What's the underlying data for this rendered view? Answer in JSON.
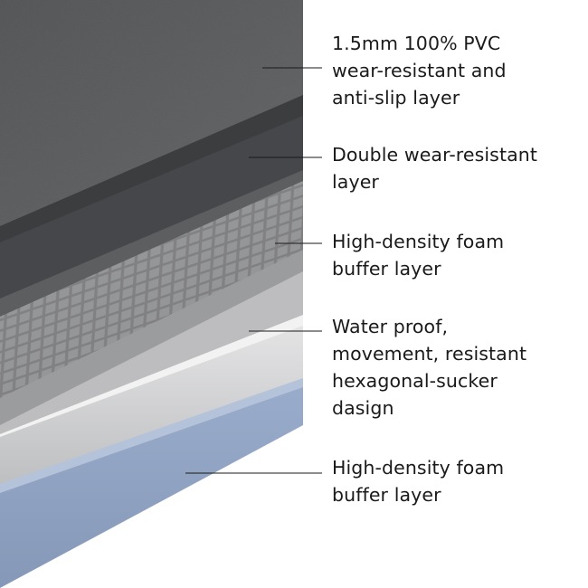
{
  "callouts": [
    {
      "text": "1.5mm 100% PVC\nwear-resistant and\nanti-slip layer"
    },
    {
      "text": "Double wear-resistant\nlayer"
    },
    {
      "text": "High-density foam\nbuffer layer"
    },
    {
      "text": "Water proof,\nmovement, resistant\nhexagonal-sucker\ndasign"
    },
    {
      "text": "High-density foam\nbuffer layer"
    }
  ],
  "colors": {
    "pvc_top": "#5b5c5e",
    "wear_layer": "#48494b",
    "grid_layer": "#7d7e80",
    "white_layer": "#c9c9cb",
    "blue_layer": "#90a3c0",
    "leader_line": "#1a1a1a",
    "label_text": "#1a1a1a"
  }
}
